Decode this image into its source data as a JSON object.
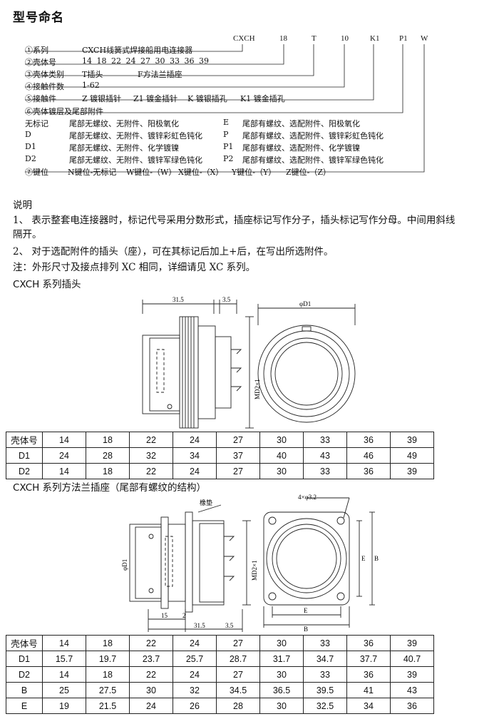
{
  "title": "型号命名",
  "code_letters": [
    "CXCH",
    "18",
    "T",
    "10",
    "K1",
    "P1",
    "W"
  ],
  "naming_rows": [
    {
      "label": "①系列",
      "text": "CXCH线簧式焊接船用电连接器"
    },
    {
      "label": "②壳体号",
      "text": "14  18  22  24  27  30  33  36  39"
    },
    {
      "label": "③壳体类别",
      "a": "T插头",
      "b": "F方法兰插座"
    },
    {
      "label": "④接触件数",
      "text": "1-62"
    },
    {
      "label": "⑤接触件",
      "items": [
        "Z 镀银插针",
        "Z1 镀金插针",
        "K 镀银插孔",
        "K1 镀金插孔"
      ]
    },
    {
      "label": "⑥壳体镀层及尾部附件",
      "text": ""
    },
    {
      "label": "无标记",
      "a": "尾部无螺纹、无附件、阳极氧化",
      "code2": "E",
      "b": "尾部有螺纹、选配附件、阳极氧化"
    },
    {
      "label": "D",
      "a": "尾部无螺纹、无附件、镀锌彩虹色钝化",
      "code2": "P",
      "b": "尾部有螺纹、选配附件、镀锌彩虹色钝化"
    },
    {
      "label": "D1",
      "a": "尾部无螺纹、无附件、化学镀镍",
      "code2": "P1",
      "b": "尾部有螺纹、选配附件、化学镀镍"
    },
    {
      "label": "D2",
      "a": "尾部无螺纹、无附件、镀锌军绿色钝化",
      "code2": "P2",
      "b": "尾部有螺纹、选配附件、镀锌军绿色钝化"
    },
    {
      "label": "⑦键位",
      "items": [
        "N键位-无标记",
        "W键位-（W）",
        "X键位-（X）",
        "Y键位-（Y）",
        "Z键位-（Z）"
      ]
    }
  ],
  "notes": {
    "heading": "说明",
    "items": [
      "1、 表示整套电连接器时，标记代号采用分数形式，插座标记写作分子，插头标记写作分母。中间用斜线",
      "     隔开。",
      "2、 对于选配附件的插头（座），可在其标记后加上+后，在写出所选附件。",
      "注：外形尺寸及接点排列 XC 相同，详细请见 XC 系列。"
    ]
  },
  "plug": {
    "heading": "CXCH 系列插头",
    "dims": {
      "d1": "31.5",
      "d2": "3.5",
      "phi": "φD1",
      "md": "MD2×1"
    },
    "table": [
      [
        "壳体号",
        "14",
        "18",
        "22",
        "24",
        "27",
        "30",
        "33",
        "36",
        "39"
      ],
      [
        "D1",
        "24",
        "28",
        "32",
        "34",
        "37",
        "40",
        "43",
        "46",
        "49"
      ],
      [
        "D2",
        "14",
        "18",
        "22",
        "24",
        "27",
        "30",
        "33",
        "36",
        "39"
      ]
    ]
  },
  "receptacle": {
    "heading": "CXCH 系列方法兰插座（尾部有螺纹的结构）",
    "dims": {
      "gasket": "橡垫",
      "holes": "4×φ3.2",
      "phi": "φD1",
      "md": "MD2×1",
      "a": "15",
      "b": "2",
      "c": "31.5",
      "d": "3.5",
      "e": "E",
      "B": "B"
    },
    "table": [
      [
        "壳体号",
        "14",
        "18",
        "22",
        "24",
        "27",
        "30",
        "33",
        "36",
        "39"
      ],
      [
        "D1",
        "15.7",
        "19.7",
        "23.7",
        "25.7",
        "28.7",
        "31.7",
        "34.7",
        "37.7",
        "40.7"
      ],
      [
        "D2",
        "14",
        "18",
        "22",
        "24",
        "27",
        "30",
        "33",
        "36",
        "39"
      ],
      [
        "B",
        "25",
        "27.5",
        "30",
        "32",
        "34.5",
        "36.5",
        "39.5",
        "41",
        "43"
      ],
      [
        "E",
        "19",
        "21.5",
        "24",
        "26",
        "28",
        "30",
        "32.5",
        "34",
        "36"
      ]
    ]
  }
}
